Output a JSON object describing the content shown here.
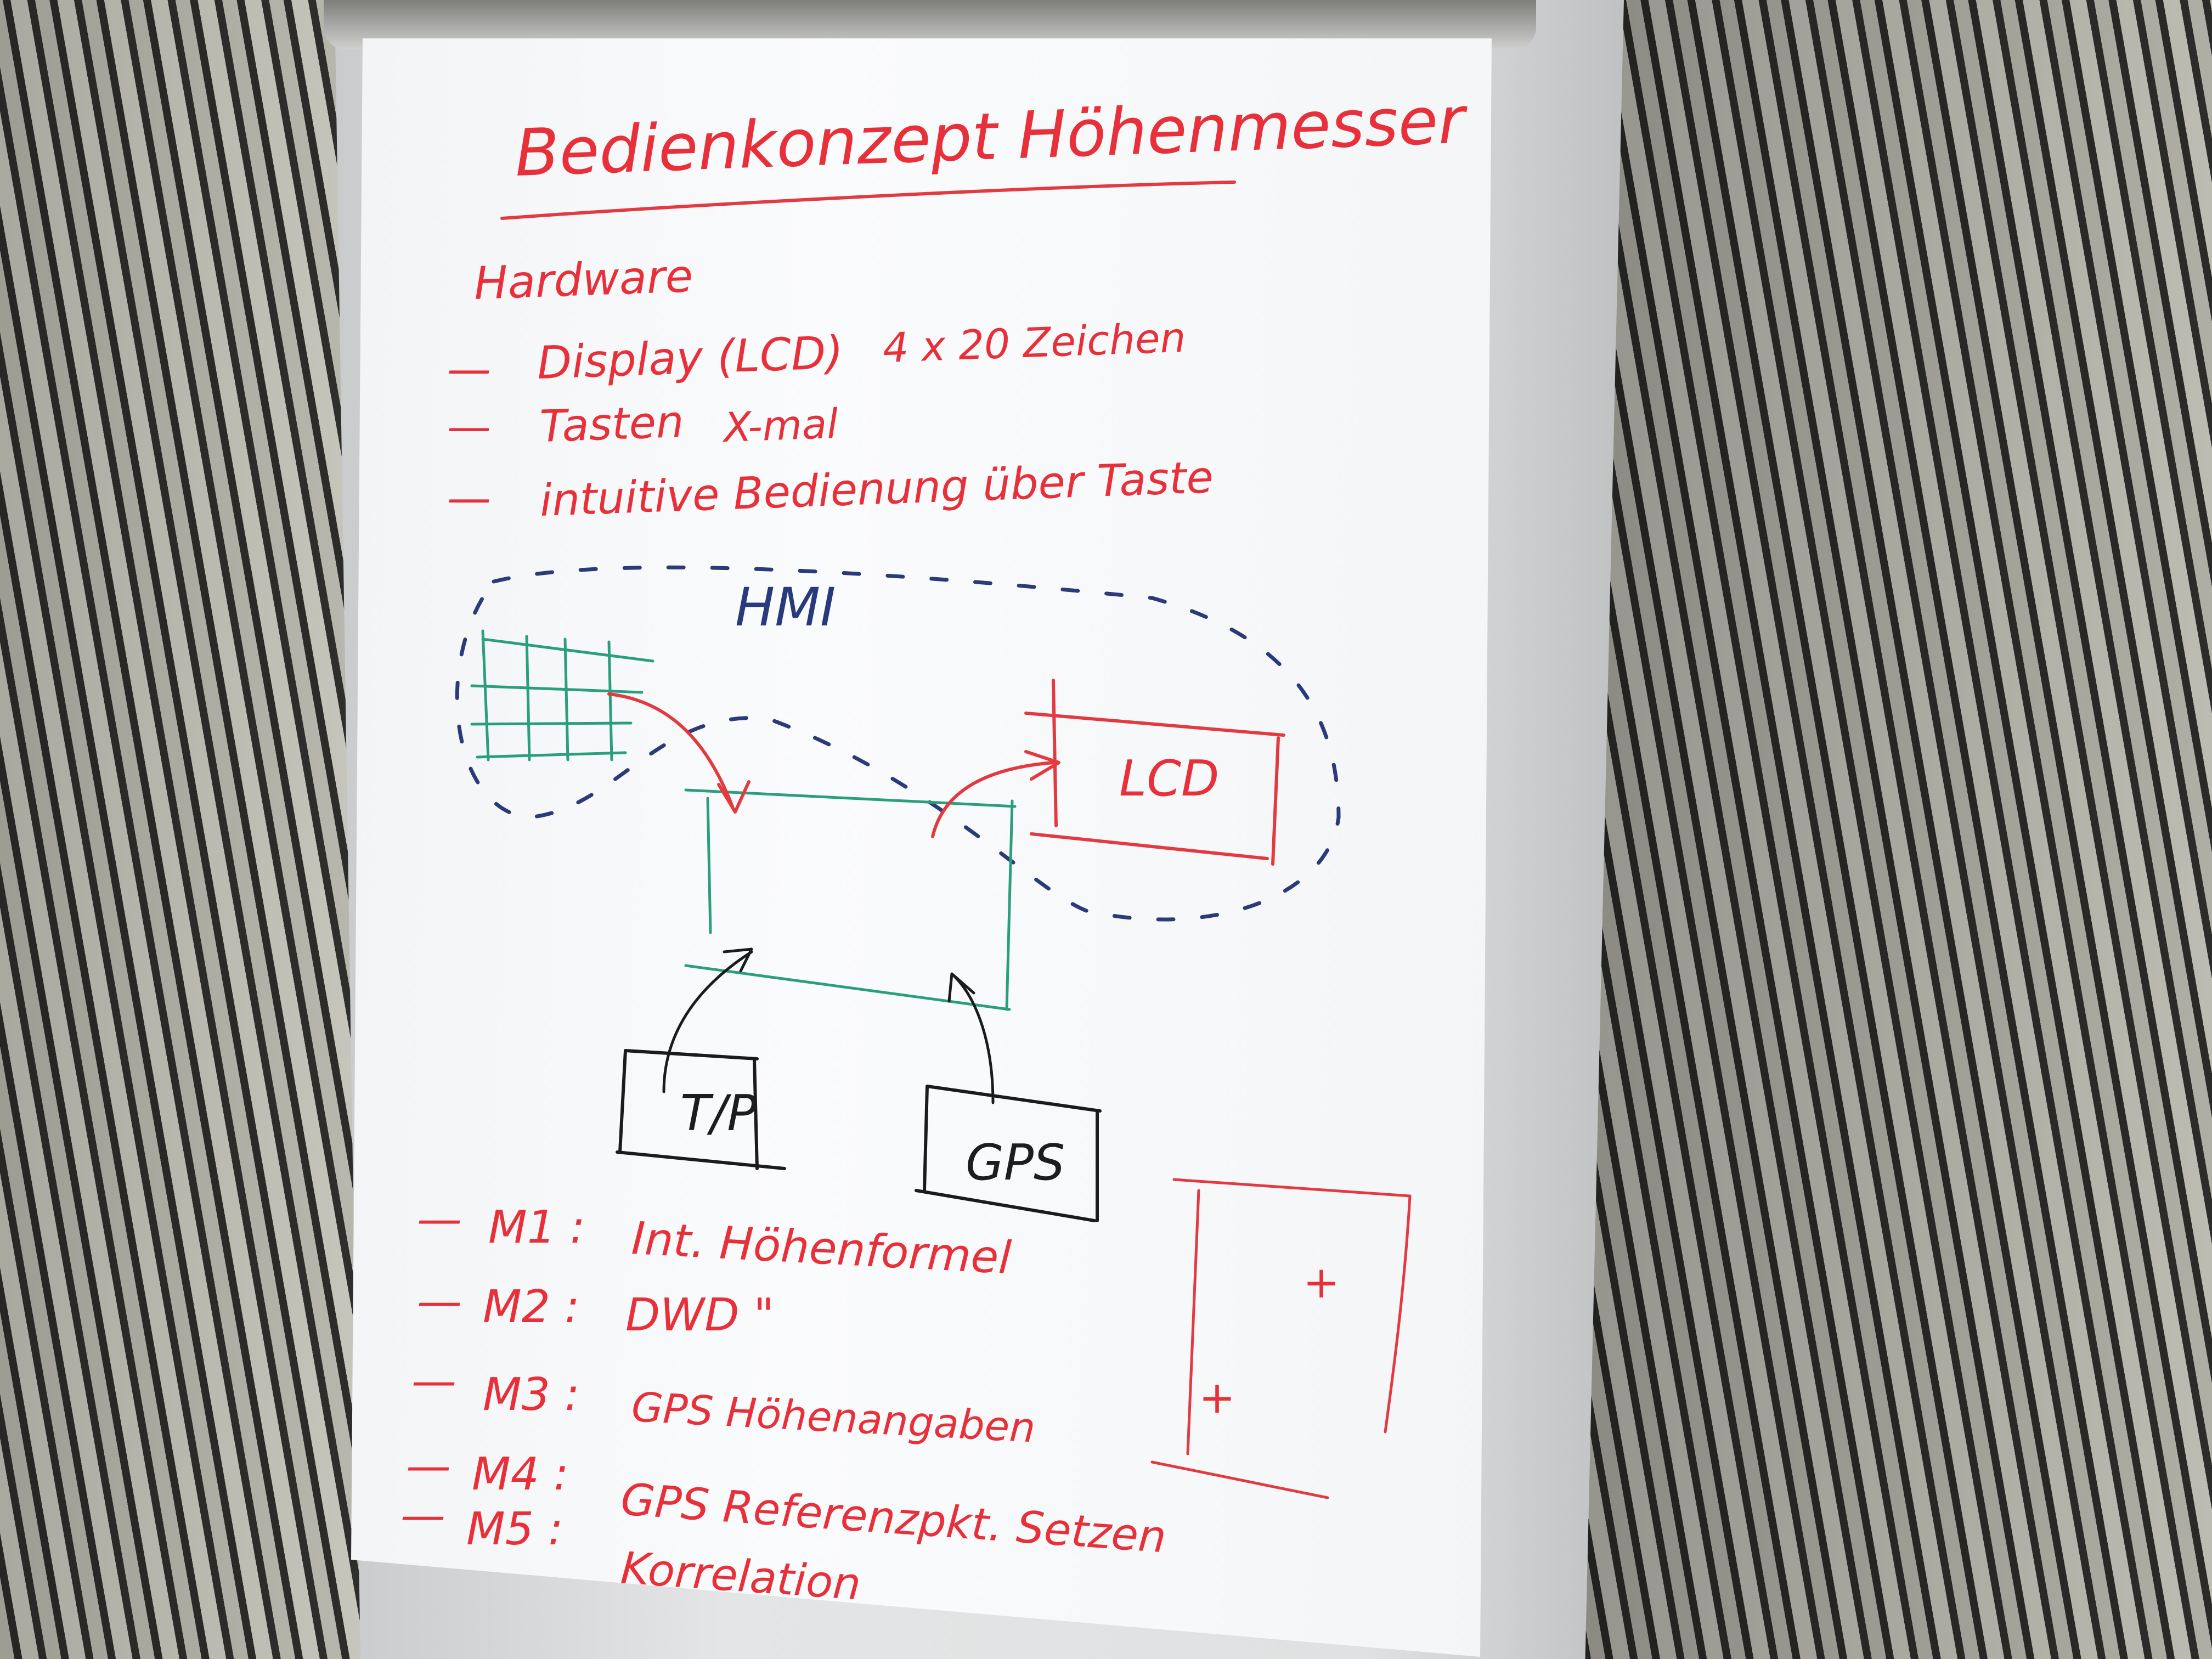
{
  "flipchart": {
    "title": "Bedienkonzept Höhenmesser",
    "section_heading": "Hardware",
    "bullets": [
      {
        "dash": "—",
        "text": "Display (LCD)",
        "note": "4 x 20 Zeichen"
      },
      {
        "dash": "—",
        "text": "Tasten",
        "note": "X-mal"
      },
      {
        "dash": "—",
        "text": "intuitive Bedienung über Taste",
        "note": ""
      }
    ],
    "diagram": {
      "hmi_label": "HMI",
      "lcd_label": "LCD",
      "tp_label": "T/P",
      "gps_label": "GPS"
    },
    "modes": [
      {
        "dash": "—",
        "id": "M1 :",
        "text": "Int. Höhenformel"
      },
      {
        "dash": "—",
        "id": "M2 :",
        "text": "DWD       \""
      },
      {
        "dash": "—",
        "id": "M3 :",
        "text": "GPS Höhenangaben"
      },
      {
        "dash": "—",
        "id": "M4 :",
        "text": "GPS Referenzpkt. Setzen"
      },
      {
        "dash": "—",
        "id": "M5 :",
        "text": "Korrelation"
      }
    ],
    "sketch_marks": [
      "+",
      "+"
    ],
    "ink_colors": {
      "red": "#e33a42",
      "green": "#2a9f7d",
      "blue": "#2b3a78",
      "black": "#1b1b1b"
    }
  }
}
